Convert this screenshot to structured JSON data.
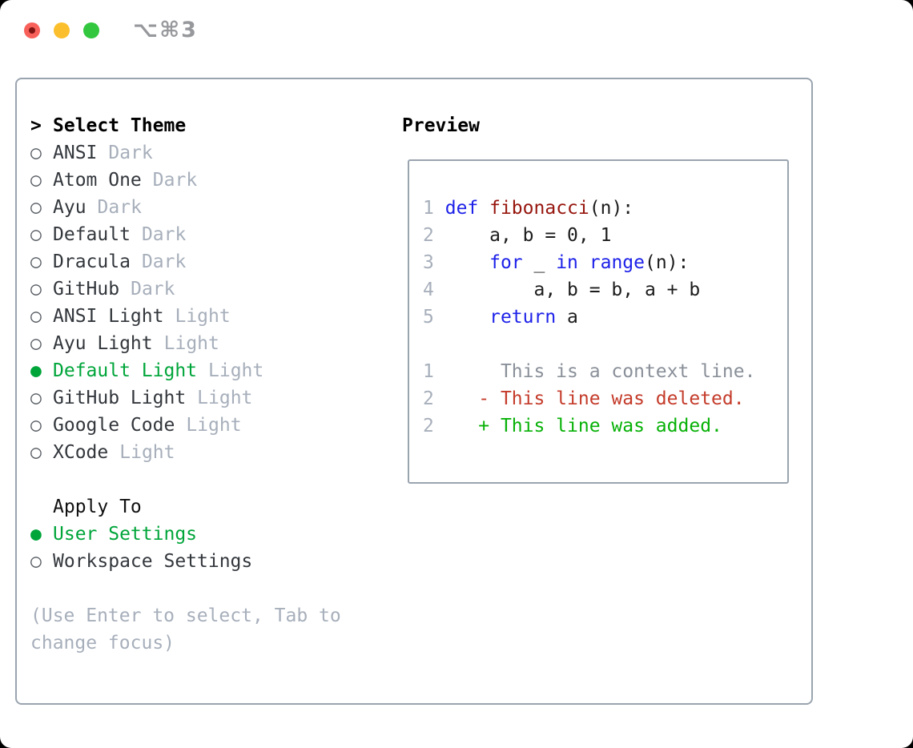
{
  "window": {
    "title": "⌥⌘3"
  },
  "colors": {
    "accent_green": "#00a53a",
    "keyword_blue": "#1e22e8",
    "function_red": "#96150d",
    "diff_deleted_red": "#c43b2a",
    "diff_added_green": "#07b107",
    "muted_gray": "#a7afbb",
    "border_gray": "#9aa4af",
    "traffic_red": "#f8605a",
    "traffic_yellow": "#fbbf2d",
    "traffic_green": "#32c73f"
  },
  "panel": {
    "theme_menu": {
      "marker": ">",
      "title": "Select Theme",
      "items": [
        {
          "marker": "○",
          "name": "ANSI",
          "variant": "Dark",
          "selected": false
        },
        {
          "marker": "○",
          "name": "Atom One",
          "variant": "Dark",
          "selected": false
        },
        {
          "marker": "○",
          "name": "Ayu",
          "variant": "Dark",
          "selected": false
        },
        {
          "marker": "○",
          "name": "Default",
          "variant": "Dark",
          "selected": false
        },
        {
          "marker": "○",
          "name": "Dracula",
          "variant": "Dark",
          "selected": false
        },
        {
          "marker": "○",
          "name": "GitHub",
          "variant": "Dark",
          "selected": false
        },
        {
          "marker": "○",
          "name": "ANSI Light",
          "variant": "Light",
          "selected": false
        },
        {
          "marker": "○",
          "name": "Ayu Light",
          "variant": "Light",
          "selected": false
        },
        {
          "marker": "●",
          "name": "Default Light",
          "variant": "Light",
          "selected": true
        },
        {
          "marker": "○",
          "name": "GitHub Light",
          "variant": "Light",
          "selected": false
        },
        {
          "marker": "○",
          "name": "Google Code",
          "variant": "Light",
          "selected": false
        },
        {
          "marker": "○",
          "name": "XCode",
          "variant": "Light",
          "selected": false
        }
      ]
    },
    "apply_to": {
      "title": "Apply To",
      "options": [
        {
          "marker": "●",
          "label": "User Settings",
          "selected": true
        },
        {
          "marker": "○",
          "label": "Workspace Settings",
          "selected": false
        }
      ]
    },
    "hint": "(Use Enter to select, Tab to change focus)",
    "preview": {
      "title": "Preview",
      "code": {
        "l1": {
          "n": "1",
          "sp": " ",
          "kw": "def",
          "fn": " fibonacci",
          "rest": "(n):"
        },
        "l2": {
          "n": "2",
          "text": "     a, b = 0, 1"
        },
        "l3": {
          "n": "3",
          "sp": "     ",
          "kw1": "for",
          "p1": " _ ",
          "kw2": "in",
          "p2": " ",
          "kw3": "range",
          "rest": "(n):"
        },
        "l4": {
          "n": "4",
          "text": "         a, b = b, a + b"
        },
        "l5": {
          "n": "5",
          "sp": "     ",
          "kw": "return",
          "rest": " a"
        },
        "l7": {
          "n": "1",
          "text": "      This is a context line."
        },
        "l8": {
          "n": "2",
          "text": "    - This line was deleted."
        },
        "l9": {
          "n": "2",
          "text": "    + This line was added."
        }
      }
    }
  }
}
